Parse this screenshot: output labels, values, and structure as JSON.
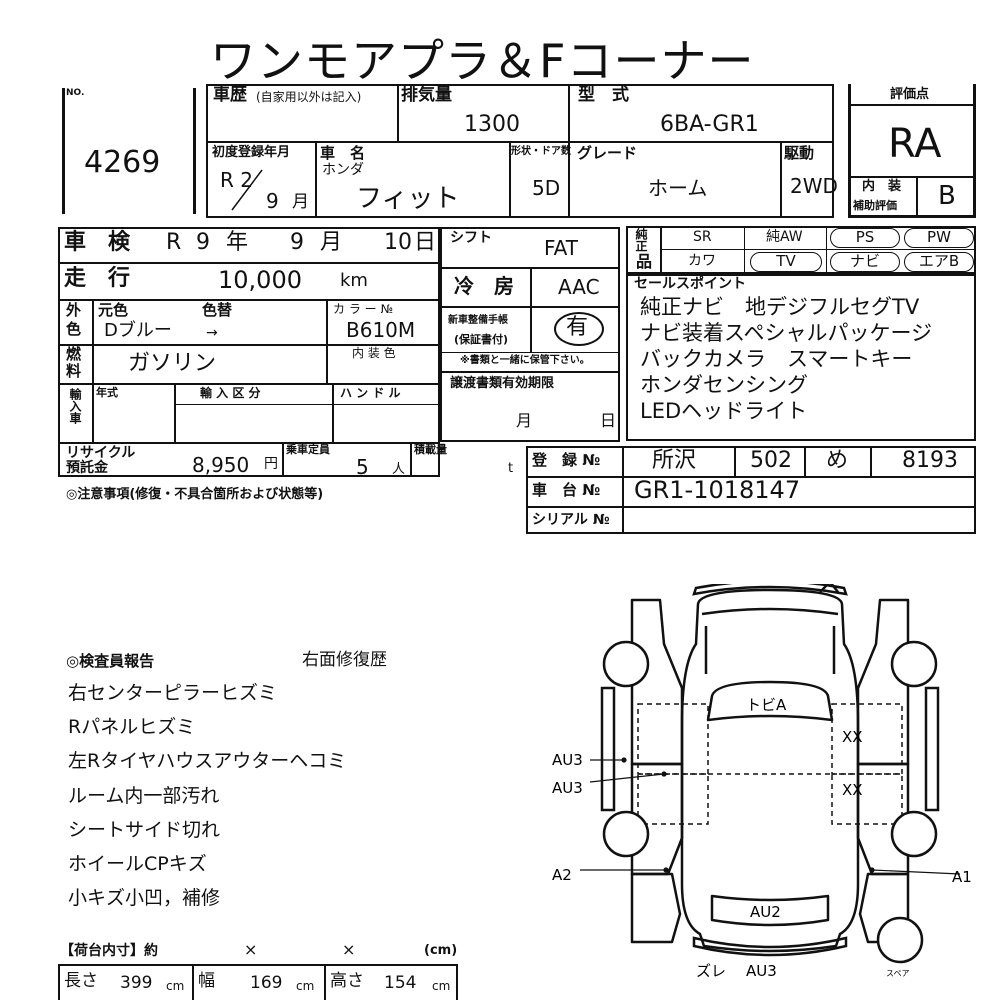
{
  "title": "ワンモアプラ＆Fコーナー",
  "no": {
    "label": "NO.",
    "value": "4269"
  },
  "history": {
    "label": "車歴",
    "note": "(自家用以外は記入)"
  },
  "displacement": {
    "label": "排気量",
    "value": "1300"
  },
  "model": {
    "label": "型　式",
    "value": "6BA-GR1"
  },
  "first_reg": {
    "label": "初度登録年月",
    "era": "R 2",
    "month": "9",
    "month_unit": "月"
  },
  "car_name": {
    "label": "車　名",
    "maker": "ホンダ",
    "value": "フィット"
  },
  "doors": {
    "label": "形状・ドア数",
    "value": "5D"
  },
  "grade": {
    "label": "グレード",
    "value": "ホーム"
  },
  "drive": {
    "label": "駆動",
    "value": "2WD"
  },
  "rating": {
    "label": "評価点",
    "value": "RA",
    "interior_label_1": "内　装",
    "interior_label_2": "補助評価",
    "interior_value": "B"
  },
  "inspection": {
    "label": "車　検",
    "era": "R",
    "year": "9",
    "year_unit": "年",
    "month": "9",
    "month_unit": "月",
    "day": "10",
    "day_unit": "日"
  },
  "mileage": {
    "label": "走　行",
    "value": "10,000",
    "unit": "km"
  },
  "color": {
    "side_label_1": "外",
    "side_label_2": "色",
    "original_label": "元色",
    "change_label": "色替",
    "code_label": "カ ラ ー №",
    "original_value": "Dブルー",
    "arrow": "→",
    "code_value": "B610M"
  },
  "fuel": {
    "side_label_1": "燃",
    "side_label_2": "料",
    "value": "ガソリン",
    "interior_color_label": "内 装 色"
  },
  "import": {
    "side_label": "輸入車",
    "year_label": "年式",
    "class_label": "輸 入 区 分",
    "handle_label": "ハ ン ド ル"
  },
  "recycle": {
    "label_1": "リサイクル",
    "label_2": "預託金",
    "value": "8,950",
    "unit": "円"
  },
  "capacity": {
    "label": "乗車定員",
    "value": "5",
    "unit": "人"
  },
  "load": {
    "label": "積載量",
    "unit": "t"
  },
  "shift": {
    "label": "シフト",
    "value": "FAT"
  },
  "aircon": {
    "label": "冷　房",
    "value": "AAC"
  },
  "manual": {
    "label_1": "新車整備手帳",
    "label_2": "(保証書付)",
    "value": "有",
    "note": "※書類と一緒に保管下さい。"
  },
  "transfer": {
    "label": "譲渡書類有効期限",
    "month_unit": "月",
    "day_unit": "日"
  },
  "equipment": {
    "side_label_1": "純正",
    "side_label_2": "品",
    "sr": "SR",
    "alloy": "純AW",
    "ps": "PS",
    "pw": "PW",
    "cover": "カワ",
    "tv": "TV",
    "navi": "ナビ",
    "airbag": "エアB"
  },
  "sales_points": {
    "label": "セールスポイント",
    "lines": [
      "純正ナビ　地デジフルセグTV",
      "ナビ装着スペシャルパッケージ",
      "バックカメラ　スマートキー",
      "ホンダセンシング",
      "LEDヘッドライト"
    ]
  },
  "registration": {
    "label": "登　録 №",
    "place": "所沢",
    "class_no": "502",
    "kana": "め",
    "number": "8193"
  },
  "chassis": {
    "label": "車　台 №",
    "value": "GR1-1018147"
  },
  "serial": {
    "label": "シリアル №"
  },
  "notice": {
    "label": "◎注意事項(修復・不具合箇所および状態等)"
  },
  "inspector": {
    "label": "◎検査員報告",
    "side_note": "右面修復歴",
    "lines": [
      "右センターピラーヒズミ",
      "Rパネルヒズミ",
      "左Rタイヤハウスアウターヘコミ",
      "ルーム内一部汚れ",
      "シートサイド切れ",
      "ホイールCPキズ",
      "小キズ小凹，補修"
    ]
  },
  "cargo": {
    "label": "【荷台内寸】約",
    "x1": "×",
    "x2": "×",
    "unit_label": "(cm)",
    "length_label": "長さ",
    "length": "399",
    "width_label": "幅",
    "width": "169",
    "height_label": "高さ",
    "height": "154",
    "unit": "cm"
  },
  "diagram": {
    "roof": "トビA",
    "right_front": "XX",
    "right_rear": "XX",
    "left_upper": "AU3",
    "left_lower": "AU3",
    "left_rear": "A2",
    "right_rear_marker": "A1",
    "rear": "AU2",
    "bottom_1": "ズレ",
    "bottom_2": "AU3",
    "spare": "スペア"
  }
}
